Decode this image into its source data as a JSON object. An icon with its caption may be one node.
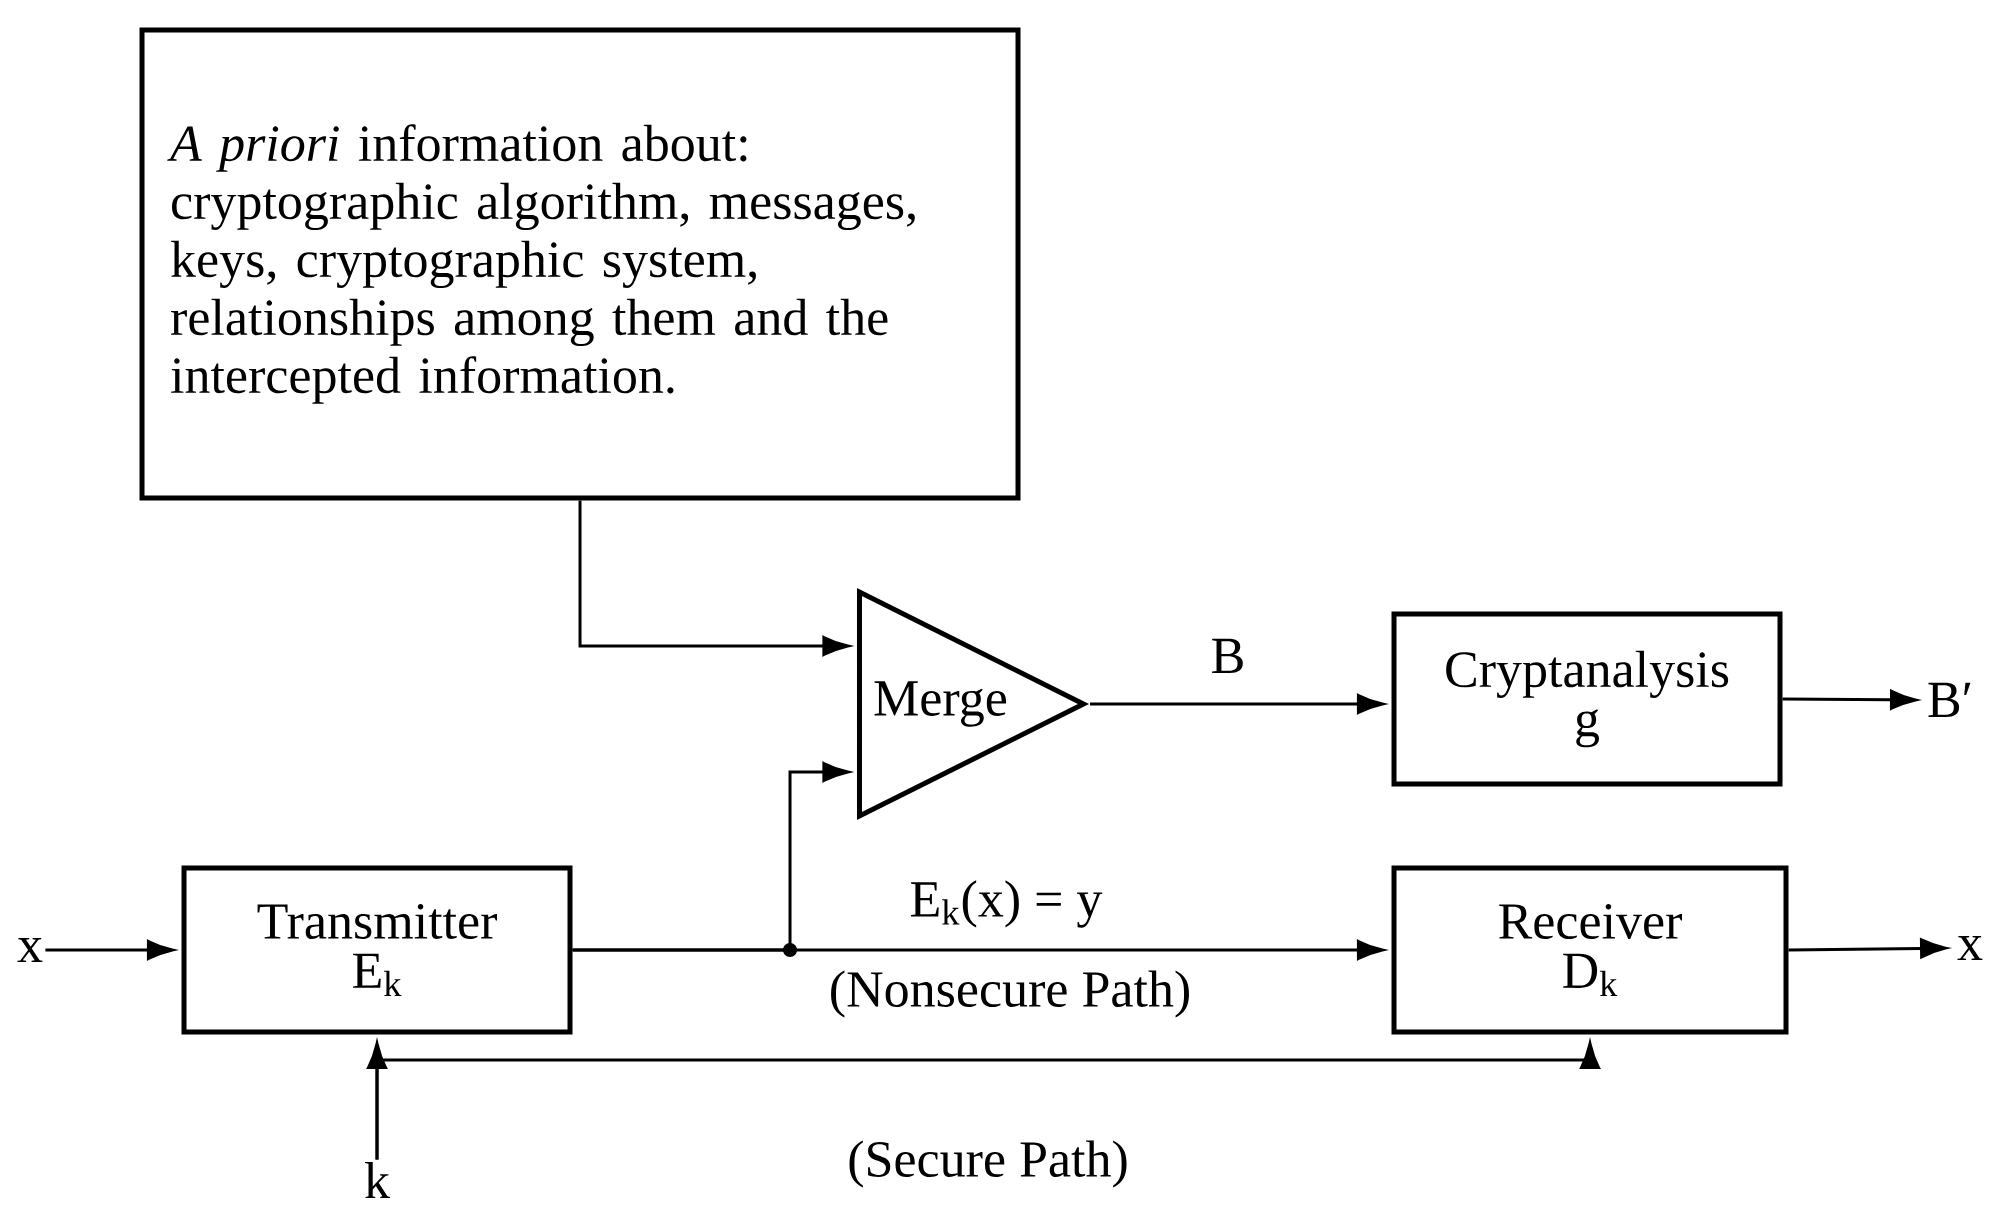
{
  "diagram": {
    "nodes": [
      {
        "text": [
          "*A priori* information about: cryptographic algorithm, messages, keys, cryptographic system, relationships among them and the intercepted information."
        ]
      },
      {
        "text": [
          "Merge"
        ]
      },
      {
        "text": [
          "Cryptanalysis",
          "g"
        ]
      },
      {
        "text": [
          "Transmitter",
          "E$_{k}$"
        ]
      },
      {
        "text": [
          "Receiver",
          "D$_{k}$"
        ]
      },
      {
        "text": [
          "x"
        ]
      },
      {
        "text": [
          "x"
        ]
      },
      {
        "text": [
          "B′"
        ]
      },
      {
        "text": [
          "k"
        ]
      }
    ],
    "edges": [
      {
        "from": 0,
        "to": 1,
        "arrow": "to"
      },
      {
        "from": 3,
        "to": 1,
        "arrow": "to"
      },
      {
        "from": 3,
        "to": 4,
        "arrow": "to",
        "label": "E$_{k}$(x) = y"
      },
      {
        "from": 1,
        "to": 2,
        "arrow": "to",
        "label": "B"
      },
      {
        "from": 2,
        "to": 7,
        "arrow": "to"
      },
      {
        "from": 5,
        "to": 3,
        "arrow": "to"
      },
      {
        "from": 4,
        "to": 6,
        "arrow": "to"
      },
      {
        "from": 8,
        "to": 3,
        "arrow": "to"
      },
      {
        "from": 8,
        "to": 4,
        "arrow": "to",
        "label": "(Secure Path)"
      }
    ],
    "labels": [
      "(Nonsecure Path)"
    ]
  }
}
